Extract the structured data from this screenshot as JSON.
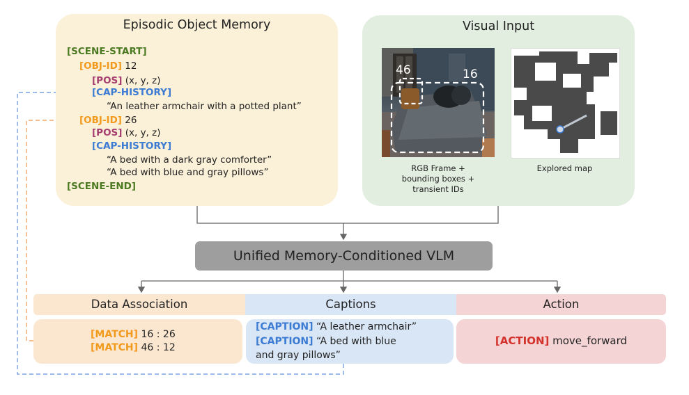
{
  "memory": {
    "title": "Episodic Object Memory",
    "lines": [
      {
        "tag": "[SCENE-START]",
        "text": ""
      },
      {
        "tag": "[OBJ-ID]",
        "text": " 12"
      },
      {
        "tag": "[POS]",
        "text": " (x, y, z)"
      },
      {
        "tag": "[CAP-HISTORY]",
        "text": ""
      },
      {
        "tag": "",
        "text": "“An leather armchair with a potted plant”"
      },
      {
        "tag": "[OBJ-ID]",
        "text": " 26"
      },
      {
        "tag": "[POS]",
        "text": " (x, y, z)"
      },
      {
        "tag": "[CAP-HISTORY]",
        "text": ""
      },
      {
        "tag": "",
        "text": "“A bed with a dark gray comforter”"
      },
      {
        "tag": "",
        "text": "“A bed with blue and gray pillows”"
      },
      {
        "tag": "[SCENE-END]",
        "text": ""
      }
    ]
  },
  "visual": {
    "title": "Visual Input",
    "frame_id_left": "46",
    "frame_id_right": "16",
    "rgb_caption": [
      "RGB Frame +",
      "bounding boxes +",
      "transient IDs"
    ],
    "map_caption": "Explored map"
  },
  "vlm": {
    "label": "Unified Memory-Conditioned VLM"
  },
  "outputs": {
    "headers": {
      "data_association": "Data Association",
      "captions": "Captions",
      "action": "Action"
    },
    "data_association": [
      {
        "tag": "[MATCH]",
        "text": " 16 : 26"
      },
      {
        "tag": "[MATCH]",
        "text": " 46 : 12"
      }
    ],
    "captions": [
      {
        "tag": "[CAPTION]",
        "text": " “A leather armchair”"
      },
      {
        "tag": "[CAPTION]",
        "text": " “A bed with blue"
      },
      {
        "tag": "",
        "text": "and gray pillows”"
      }
    ],
    "action": {
      "tag": "[ACTION]",
      "text": " move_forward"
    }
  },
  "colors": {
    "scene_tag": "#4c7a22",
    "obj_tag": "#f19a1d",
    "pos_tag": "#a63e70",
    "cap_tag": "#3b7bd3",
    "action_tag": "#d3312b",
    "memory_panel": "#fbf0d8",
    "visual_panel": "#e2eedf",
    "vlm_box": "#9e9e9e"
  }
}
